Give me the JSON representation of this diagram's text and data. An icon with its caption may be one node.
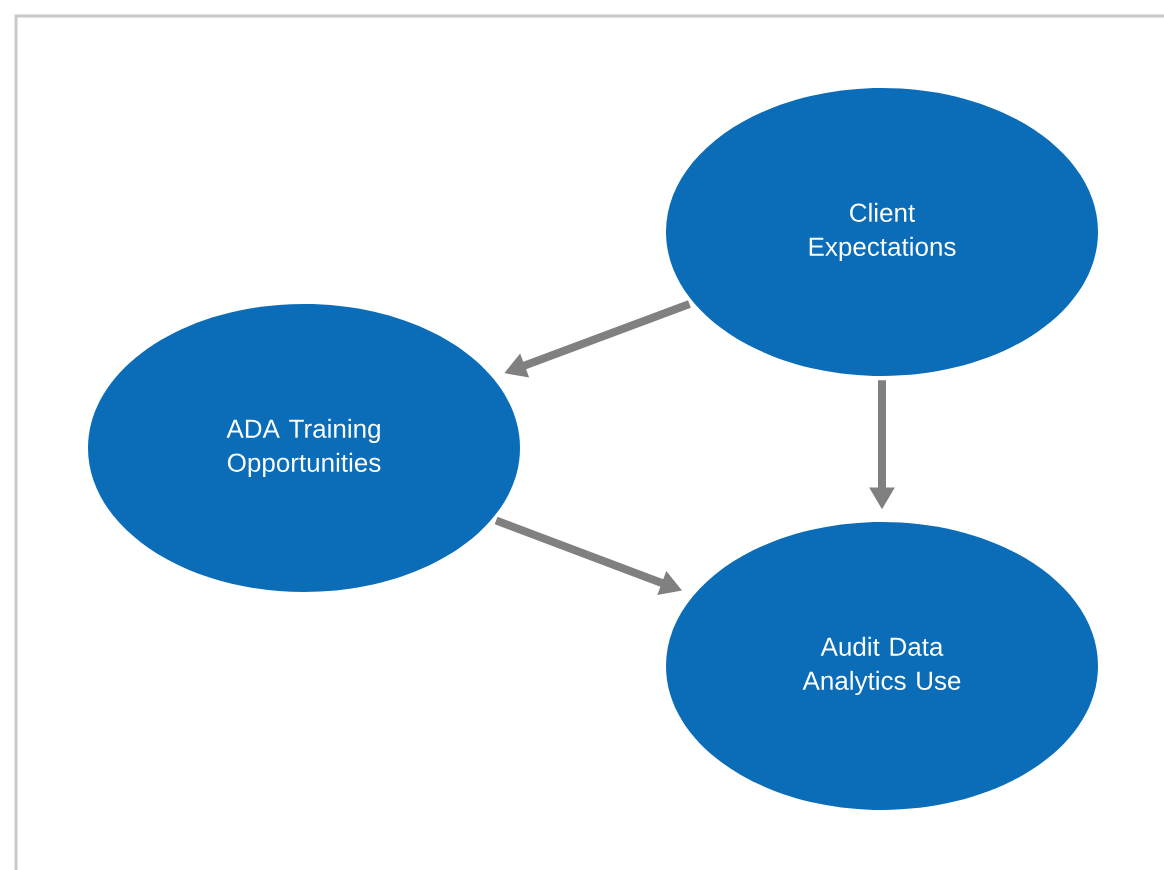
{
  "diagram": {
    "nodes": [
      {
        "text": [
          "Client Expectations"
        ]
      },
      {
        "text": [
          "ADA Training Opportunities"
        ]
      },
      {
        "text": [
          "Audit Data Analytics Use"
        ]
      }
    ],
    "edges": [
      {
        "from": 0,
        "to": 1,
        "arrow": "to"
      },
      {
        "from": 0,
        "to": 2,
        "arrow": "to"
      },
      {
        "from": 1,
        "to": 2,
        "arrow": "to"
      }
    ]
  }
}
